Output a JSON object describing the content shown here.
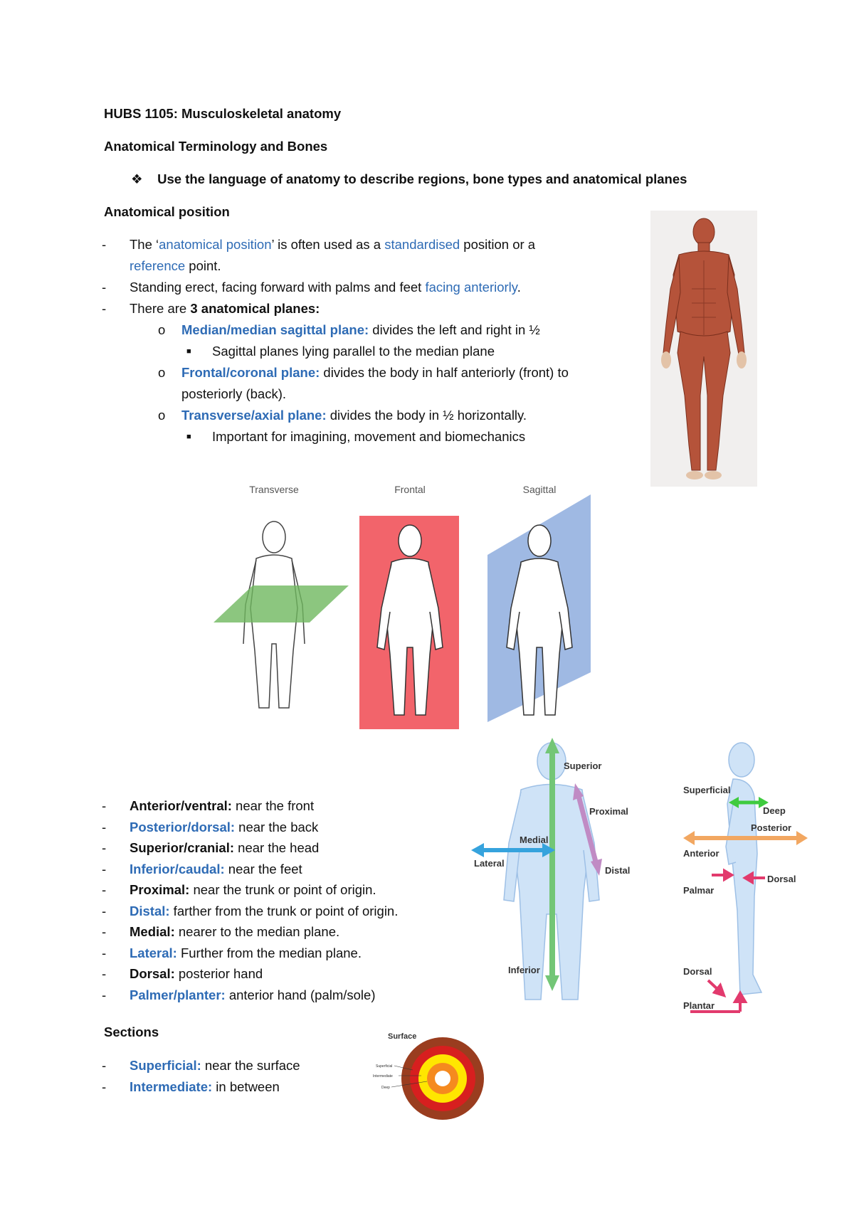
{
  "doc": {
    "course_title": "HUBS 1105: Musculoskeletal anatomy",
    "topic_title": "Anatomical Terminology and Bones",
    "objective": "Use the language of anatomy to describe regions, bone types and anatomical planes",
    "section_anatomical_position": "Anatomical position",
    "position_lines": {
      "l1_a": "The ‘",
      "l1_b": "anatomical position",
      "l1_c": "’ is often used as a ",
      "l1_d": "standardised",
      "l1_e": " position or a",
      "l2_a": "reference",
      "l2_b": " point.",
      "l3_a": "Standing erect, facing forward with palms and feet ",
      "l3_b": "facing anteriorly",
      "l3_c": ".",
      "l4_a": "There are ",
      "l4_b": "3 anatomical planes:",
      "p1_term": "Median/median sagittal plane:",
      "p1_desc": " divides the left and right in ½",
      "p1_sub": "Sagittal planes lying parallel to the median plane",
      "p2_term": "Frontal/coronal plane:",
      "p2_desc": " divides the body in half anteriorly (front) to",
      "p2_cont": "posteriorly (back).",
      "p3_term": "Transverse/axial plane:",
      "p3_desc": " divides the body in ½ horizontally.",
      "p3_sub": "Important for imagining, movement and biomechanics"
    },
    "bullet_o": "o",
    "dash": "-",
    "planes_figure": {
      "transverse": "Transverse",
      "frontal": "Frontal",
      "sagittal": "Sagittal"
    },
    "direction_terms": [
      {
        "term": "Anterior/ventral:",
        "desc": " near the front",
        "blue": false
      },
      {
        "term": "Posterior/dorsal:",
        "desc": " near the back",
        "blue": true
      },
      {
        "term": "Superior/cranial:",
        "desc": " near the head",
        "blue": false
      },
      {
        "term": "Inferior/caudal:",
        "desc": " near the feet",
        "blue": true
      },
      {
        "term": "Proximal:",
        "desc": " near the trunk or point of origin.",
        "blue": false
      },
      {
        "term": "Distal:",
        "desc": " farther from the trunk or point of origin.",
        "blue": true
      },
      {
        "term": "Medial:",
        "desc": " nearer to the median plane.",
        "blue": false
      },
      {
        "term": "Lateral:",
        "desc": " Further from the median plane.",
        "blue": true
      },
      {
        "term": "Dorsal:",
        "desc": " posterior hand",
        "blue": false
      },
      {
        "term": "Palmer/planter:",
        "desc": " anterior hand (palm/sole)",
        "blue": true
      }
    ],
    "directions_figure": {
      "superior": "Superior",
      "proximal": "Proximal",
      "medial": "Medial",
      "lateral": "Lateral",
      "distal": "Distal",
      "inferior": "Inferior",
      "superficial": "Superficial",
      "deep": "Deep",
      "posterior": "Posterior",
      "anterior": "Anterior",
      "dorsal_hand": "Dorsal",
      "palmar": "Palmar",
      "dorsal_foot": "Dorsal",
      "plantar": "Plantar"
    },
    "sections_heading": "Sections",
    "sections_terms": [
      {
        "term": "Superficial:",
        "desc": " near the surface"
      },
      {
        "term": "Intermediate:",
        "desc": " in between"
      }
    ],
    "sections_figure": {
      "surface": "Surface",
      "superficial": "Superficial",
      "intermediate": "Intermediate",
      "deep": "Deep"
    }
  }
}
